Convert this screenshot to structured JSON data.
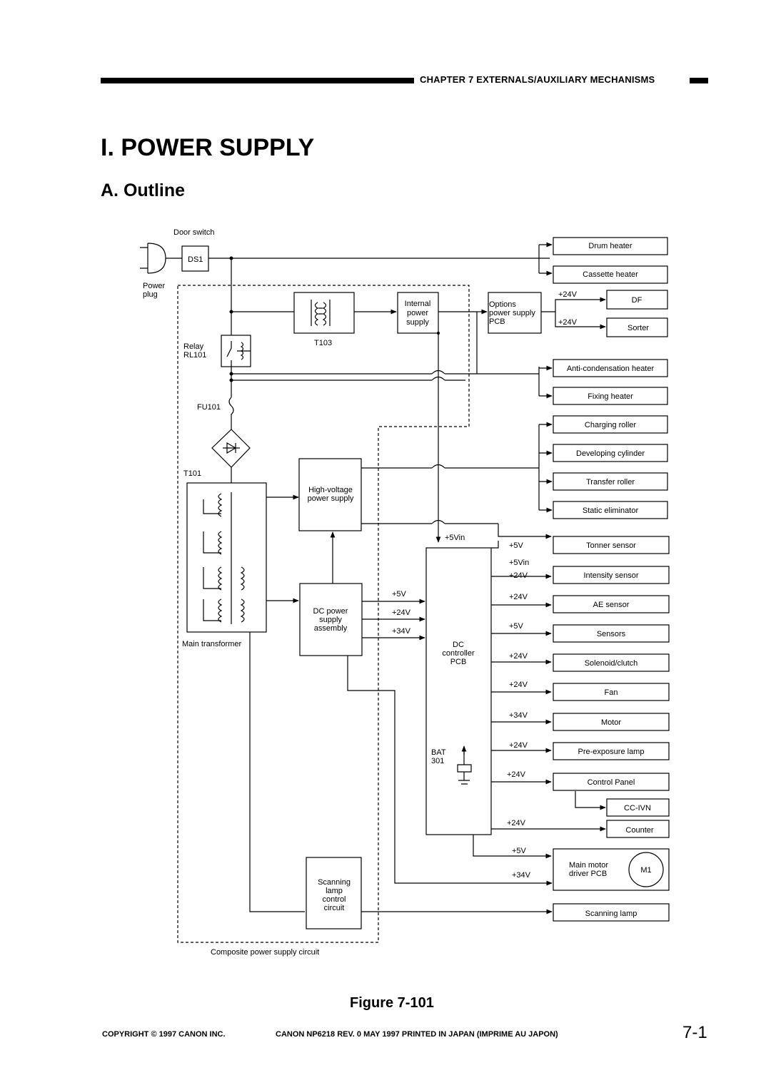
{
  "header": {
    "chapter_label": "CHAPTER 7  EXTERNALS/AUXILIARY MECHANISMS"
  },
  "section_title": "I. POWER SUPPLY",
  "subsection_title": "A. Outline",
  "diagram": {
    "door_switch_label": "Door switch",
    "ds1_label": "DS1",
    "power_plug_label": [
      "Power",
      "plug"
    ],
    "relay_label": [
      "Relay",
      "RL101"
    ],
    "fuse_label": "FU101",
    "t101_label": "T101",
    "t103_label": "T103",
    "main_transformer_label": "Main transformer",
    "internal_power_supply": [
      "Internal",
      "power",
      "supply"
    ],
    "options_power_supply": [
      "Options",
      "power supply",
      "PCB"
    ],
    "high_voltage_power_supply": [
      "High-voltage",
      "power supply"
    ],
    "dc_power_supply": [
      "DC power",
      "supply",
      "assembly"
    ],
    "dc_controller": [
      "DC",
      "controller",
      "PCB"
    ],
    "scanning_lamp_control": [
      "Scanning",
      "lamp",
      "control",
      "circuit"
    ],
    "bat_label": [
      "BAT",
      "301"
    ],
    "composite_label": "Composite power supply circuit",
    "plus5vin_label": "+5Vin",
    "df_label": "DF",
    "sorter_label": "Sorter",
    "options_voltages": [
      "+24V",
      "+24V"
    ],
    "dcps_outputs": [
      "+5V",
      "+24V",
      "+34V"
    ],
    "ac_loads": [
      "Drum heater",
      "Cassette heater"
    ],
    "relay_loads": [
      "Anti-condensation heater",
      "Fixing heater"
    ],
    "hv_loads": [
      "Charging roller",
      "Developing cylinder",
      "Transfer roller",
      "Static eliminator"
    ],
    "dc_loads": [
      {
        "voltage": "+5V",
        "voltage2": "+5Vin",
        "label": "Tonner sensor"
      },
      {
        "voltage": "+24V",
        "label": "Intensity sensor"
      },
      {
        "voltage": "+24V",
        "label": "AE sensor"
      },
      {
        "voltage": "+5V",
        "label": "Sensors"
      },
      {
        "voltage": "+24V",
        "label": "Solenoid/clutch"
      },
      {
        "voltage": "+24V",
        "label": "Fan"
      },
      {
        "voltage": "+34V",
        "label": "Motor"
      },
      {
        "voltage": "+24V",
        "label": "Pre-exposure lamp"
      },
      {
        "voltage": "+24V",
        "label": "Control Panel"
      }
    ],
    "cc_ivn_label": "CC-IVN",
    "counter_voltage": "+24V",
    "counter_label": "Counter",
    "main_motor_voltages": [
      "+5V",
      "+34V"
    ],
    "main_motor_driver": [
      "Main motor",
      "driver PCB"
    ],
    "m1_label": "M1",
    "scanning_lamp_label": "Scanning lamp"
  },
  "figure_caption": "Figure 7-101",
  "footer": {
    "copyright": "COPYRIGHT © 1997 CANON INC.",
    "doc_info": "CANON NP6218 REV. 0 MAY 1997 PRINTED IN JAPAN (IMPRIME AU JAPON)",
    "page_number": "7-1"
  }
}
